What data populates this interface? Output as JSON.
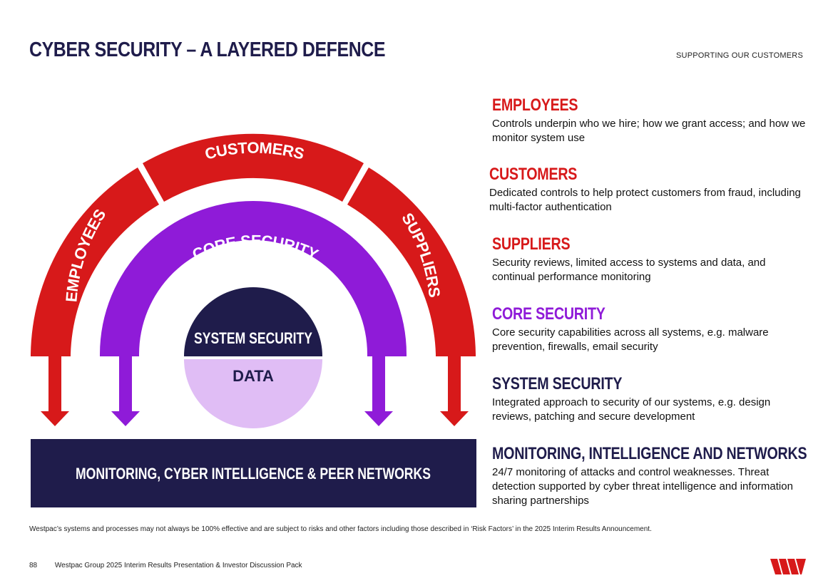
{
  "header": {
    "title": "CYBER SECURITY – A LAYERED DEFENCE",
    "section": "SUPPORTING OUR CUSTOMERS"
  },
  "diagram": {
    "outer_ring": {
      "color": "#d7191a",
      "segments": [
        "EMPLOYEES",
        "CUSTOMERS",
        "SUPPLIERS"
      ]
    },
    "middle_ring": {
      "label": "CORE SECURITY",
      "color": "#8f1bd8"
    },
    "core": {
      "top_label": "SYSTEM SECURITY",
      "top_color": "#1f1c4b",
      "bottom_label": "DATA",
      "bottom_color": "#e0bdf5"
    },
    "base": {
      "label": "MONITORING, CYBER INTELLIGENCE & PEER NETWORKS",
      "color": "#1f1c4b"
    }
  },
  "legend": [
    {
      "title": "EMPLOYEES",
      "color": "#d7191a",
      "description": "Controls underpin who we hire; how we grant access; and how we monitor system use"
    },
    {
      "title": "CUSTOMERS",
      "color": "#d7191a",
      "description": "Dedicated controls to help protect customers from fraud, including multi-factor authentication"
    },
    {
      "title": "SUPPLIERS",
      "color": "#d7191a",
      "description": "Security reviews, limited access to systems and data, and continual performance monitoring"
    },
    {
      "title": "CORE SECURITY",
      "color": "#8f1bd8",
      "description": "Core security capabilities across all systems, e.g. malware prevention, firewalls, email security"
    },
    {
      "title": "SYSTEM SECURITY",
      "color": "#1f1c4b",
      "description": "Integrated approach to security of our systems, e.g. design reviews, patching and secure development"
    },
    {
      "title": "MONITORING, INTELLIGENCE AND NETWORKS",
      "color": "#1f1c4b",
      "description": "24/7 monitoring of attacks and control weaknesses. Threat detection supported by cyber threat intelligence and information sharing partnerships"
    }
  ],
  "disclaimer": "Westpac’s systems and processes may not always be 100% effective and are subject to risks and other factors including those described in ‘Risk Factors’ in the 2025 Interim Results Announcement.",
  "footer": {
    "page_number": "88",
    "document_title": "Westpac Group 2025 Interim Results Presentation & Investor Discussion Pack"
  },
  "logo": {
    "name": "westpac-logo",
    "color": "#d7191a"
  }
}
